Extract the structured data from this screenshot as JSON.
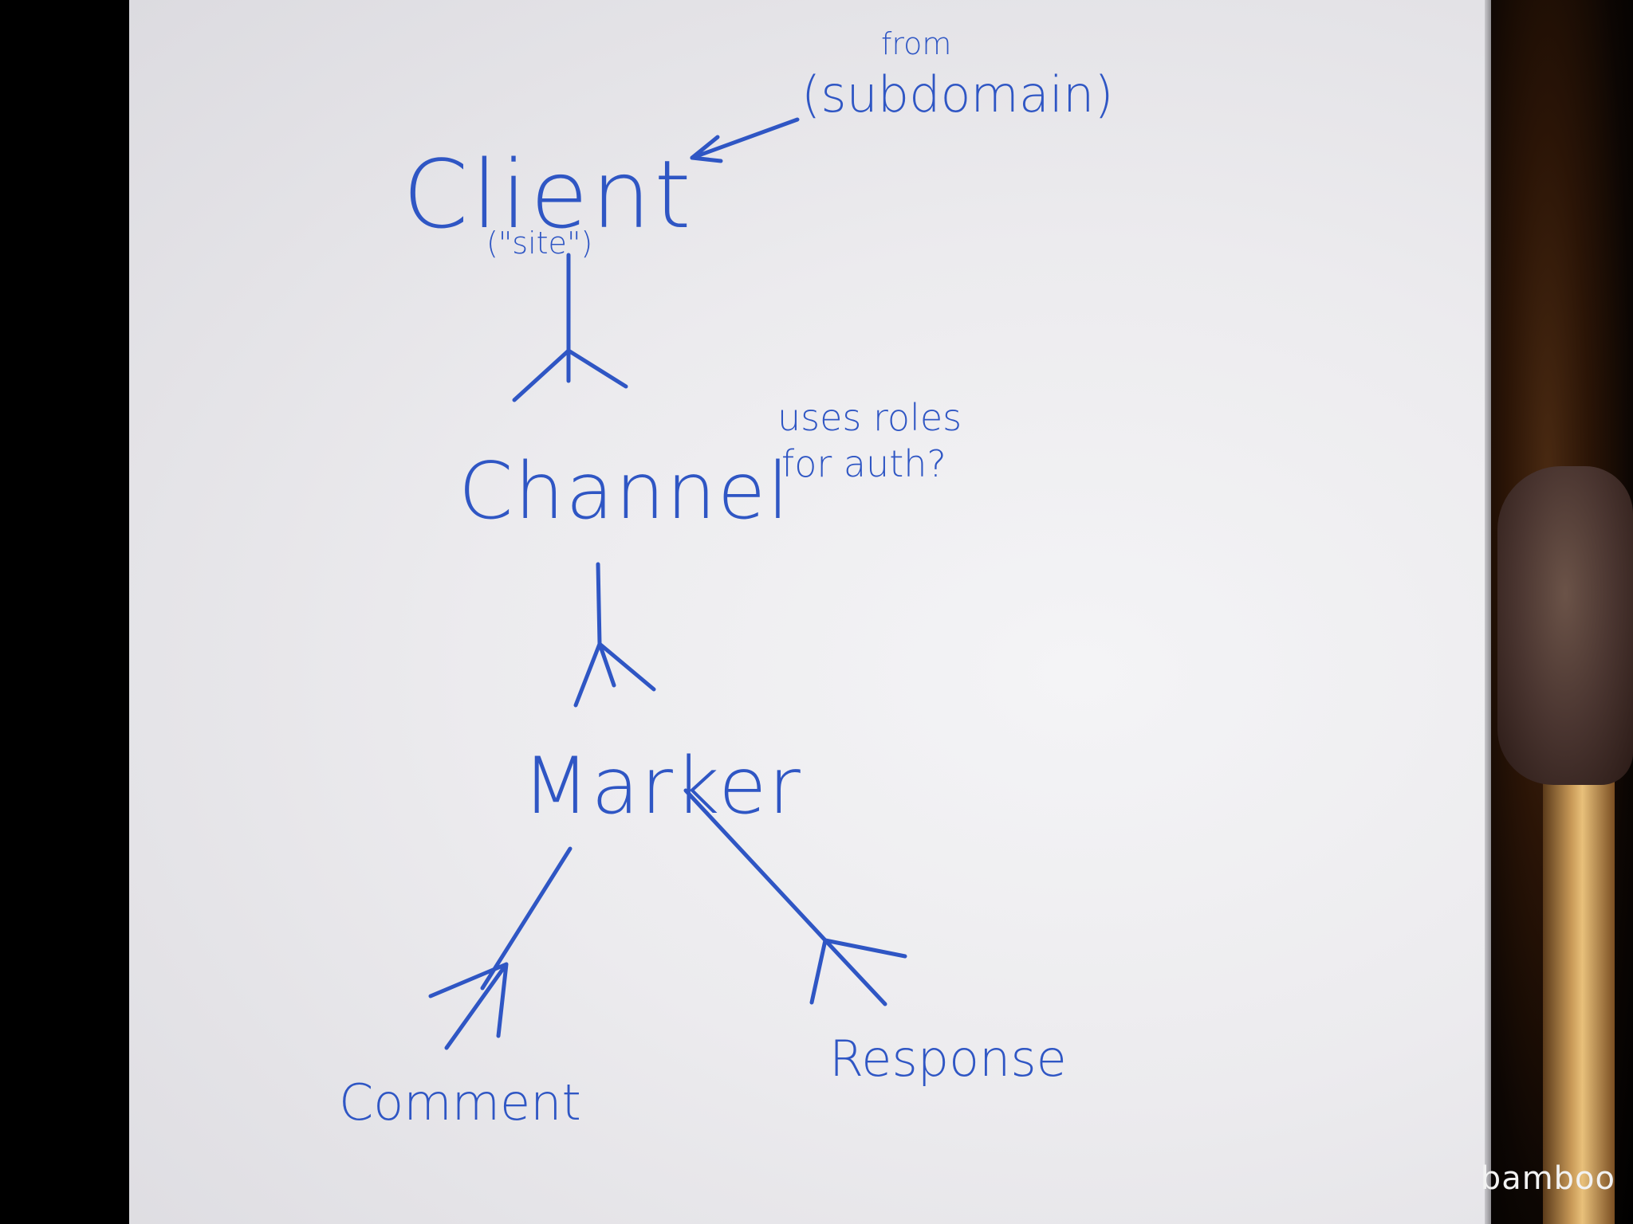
{
  "nodes": {
    "client": "Client",
    "client_alias": "(\"site\")",
    "channel": "Channel",
    "marker": "Marker",
    "comment": "Comment",
    "response": "Response"
  },
  "annotations": {
    "subdomain_from": "from",
    "subdomain": "(subdomain)",
    "roles_line1": "uses roles",
    "roles_line2": "for auth?"
  },
  "watermark": "bamboo",
  "ink_color": "#2f56c4"
}
